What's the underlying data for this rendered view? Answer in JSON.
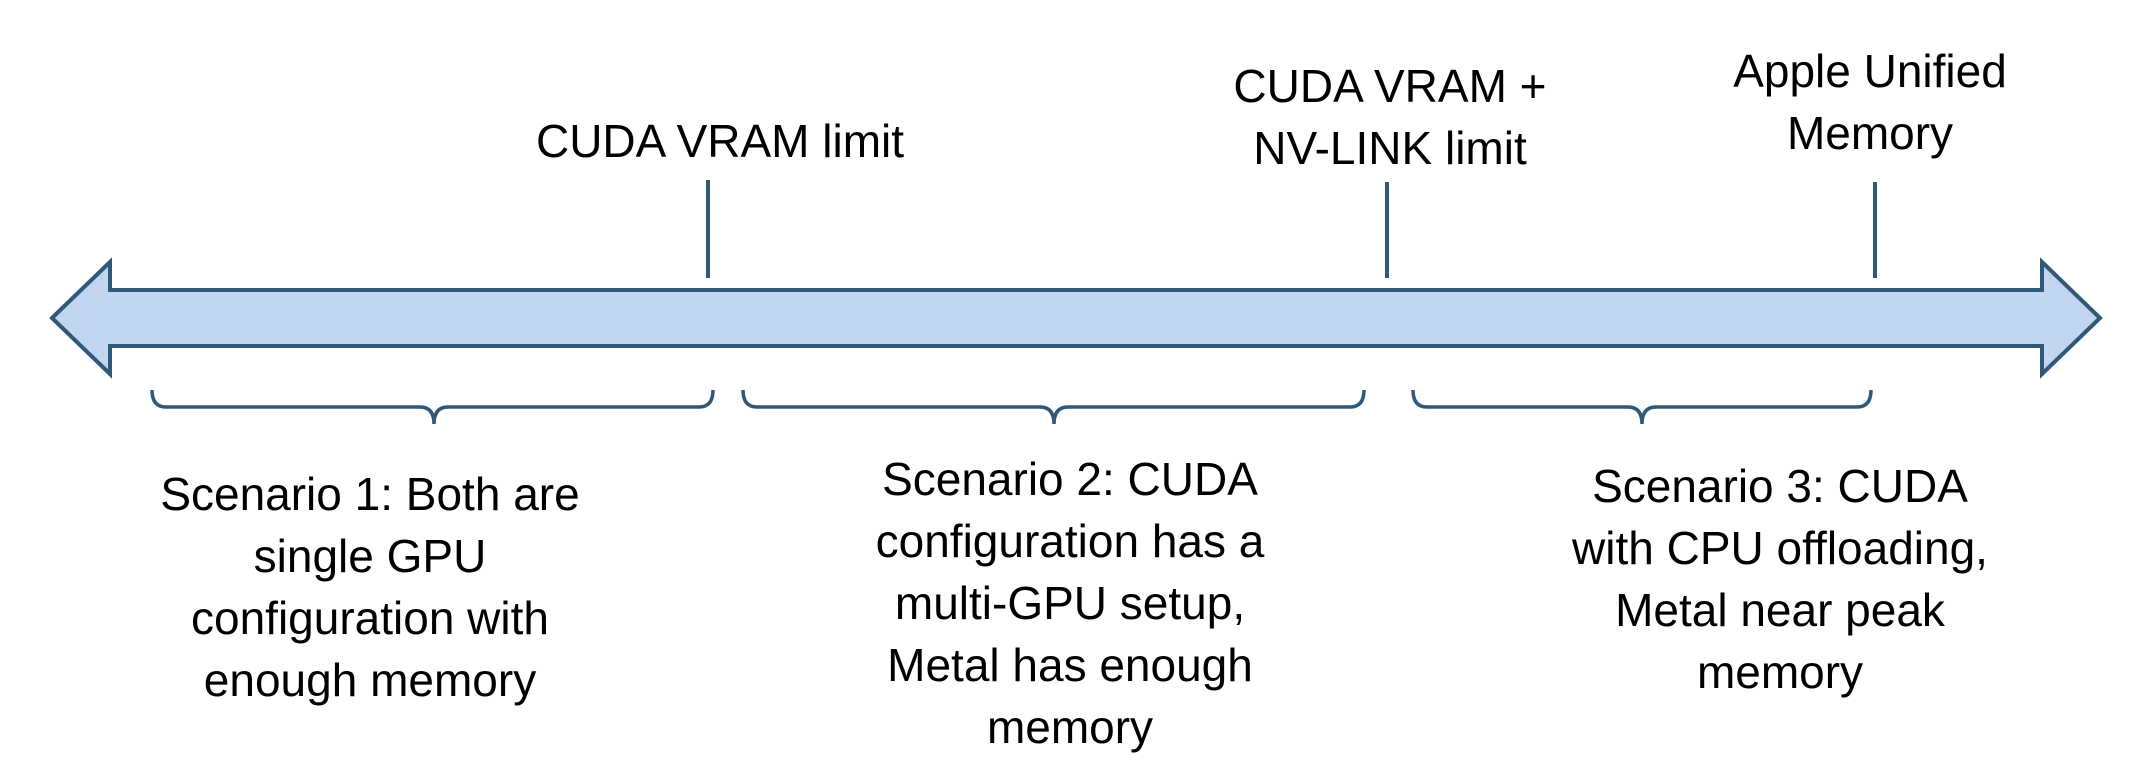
{
  "diagram": {
    "arrow": {
      "fill_color": "#c2d5ee",
      "stroke_color": "#2f5879"
    },
    "markers": [
      {
        "label": "CUDA VRAM limit"
      },
      {
        "label": "CUDA VRAM +\nNV-LINK limit"
      },
      {
        "label": "Apple Unified\nMemory"
      }
    ],
    "scenarios": [
      {
        "label": "Scenario 1: Both are\nsingle GPU\nconfiguration with\nenough memory"
      },
      {
        "label": "Scenario 2: CUDA\nconfiguration has a\nmulti-GPU setup,\nMetal has enough\nmemory"
      },
      {
        "label": "Scenario 3: CUDA\nwith CPU offloading,\nMetal near peak\nmemory"
      }
    ]
  }
}
